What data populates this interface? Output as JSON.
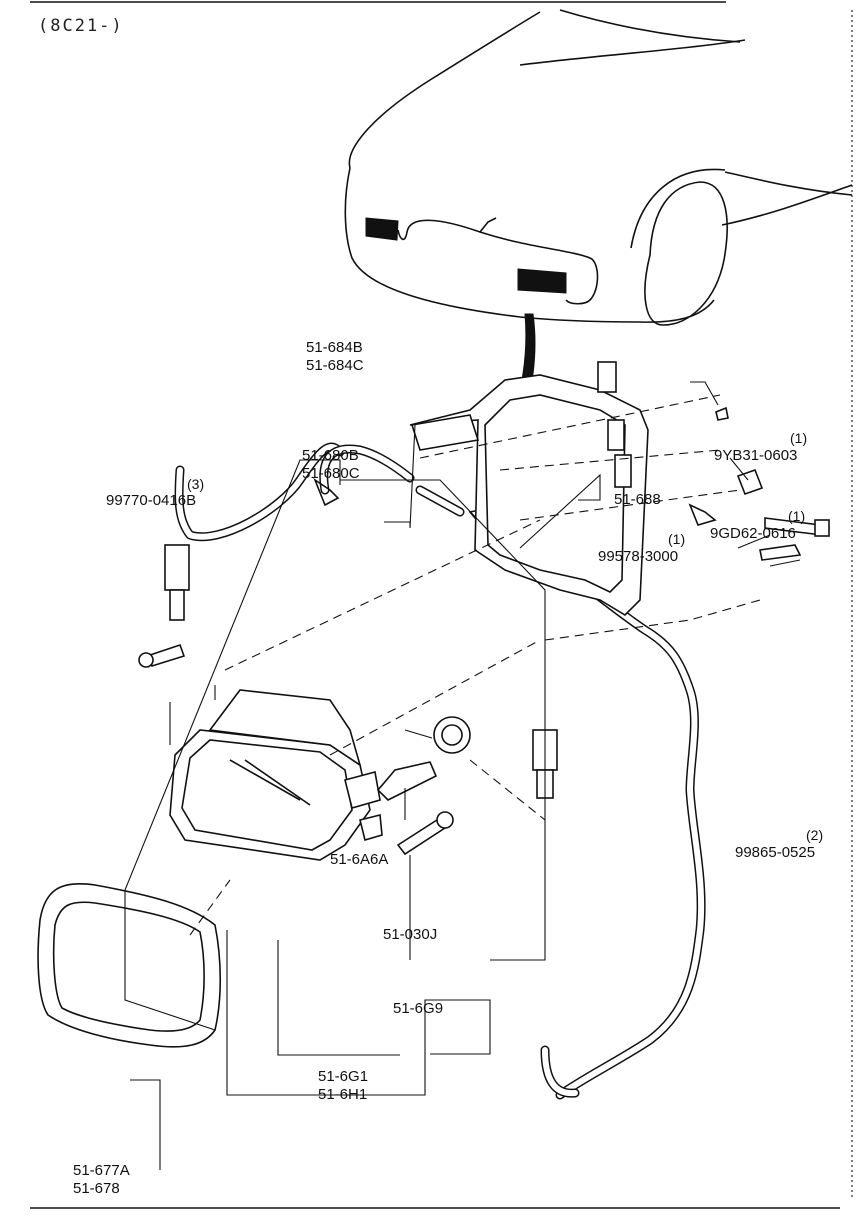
{
  "diagram": {
    "code": "(8C21-)",
    "labels": {
      "harness": "51-688",
      "clip_qty": "(1)",
      "clip": "99578-3000",
      "nut_qty": "(1)",
      "nut": "9YB31-0603",
      "bracket_a": "51-684B",
      "bracket_b": "51-684C",
      "bolt_qty": "(1)",
      "bolt": "9GD62-0616",
      "lamp_a": "51-680B",
      "lamp_b": "51-680C",
      "screw_qty": "(3)",
      "screw": "99770-0416B",
      "tapscrew_qty": "(2)",
      "tapscrew": "99865-0525",
      "socket": "51-6A6A",
      "bulb": "51-030J",
      "adjuster": "51-6G9",
      "lens_a": "51-6G1",
      "lens_b": "51-6H1",
      "bezel_a": "51-677A",
      "bezel_b": "51-678"
    }
  }
}
